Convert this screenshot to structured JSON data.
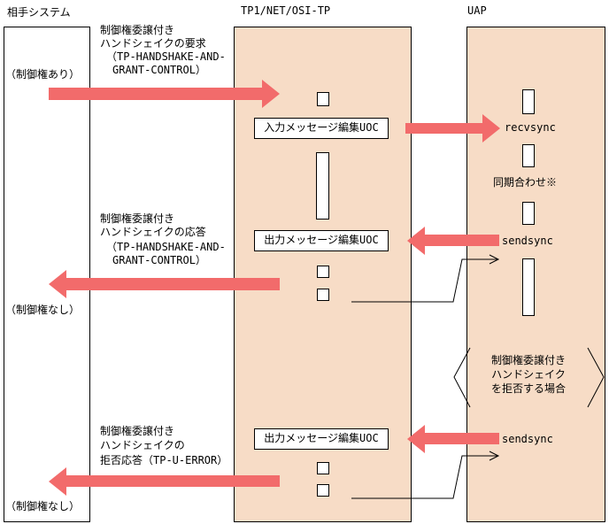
{
  "lanes": {
    "partner": "相手システム",
    "tp1": "TP1/NET/OSI-TP",
    "uap": "UAP"
  },
  "labels": {
    "has_control": "（制御権あり）",
    "no_control_1": "（制御権なし）",
    "no_control_2": "（制御権なし）"
  },
  "request_block": {
    "line1": "制御権委譲付き",
    "line2": "ハンドシェイクの要求",
    "line3": "（TP-HANDSHAKE-AND-",
    "line4": "GRANT-CONTROL）"
  },
  "response_block": {
    "line1": "制御権委譲付き",
    "line2": "ハンドシェイクの応答",
    "line3": "（TP-HANDSHAKE-AND-",
    "line4": "GRANT-CONTROL）"
  },
  "reject_block": {
    "line1": "制御権委譲付き",
    "line2": "ハンドシェイクの",
    "line3": "拒否応答（TP-U-ERROR）"
  },
  "boxes": {
    "input_uoc": "入力メッセージ編集UOC",
    "output_uoc_1": "出力メッセージ編集UOC",
    "output_uoc_2": "出力メッセージ編集UOC"
  },
  "uap_labels": {
    "recvsync": "recvsync",
    "sync": "同期合わせ※",
    "sendsync_1": "sendsync",
    "sendsync_2": "sendsync"
  },
  "reject_case": {
    "line1": "制御権委譲付き",
    "line2": "ハンドシェイク",
    "line3": "を拒否する場合"
  },
  "colors": {
    "lane_fill": "#f7dcc6",
    "arrow": "#f26b6b"
  }
}
